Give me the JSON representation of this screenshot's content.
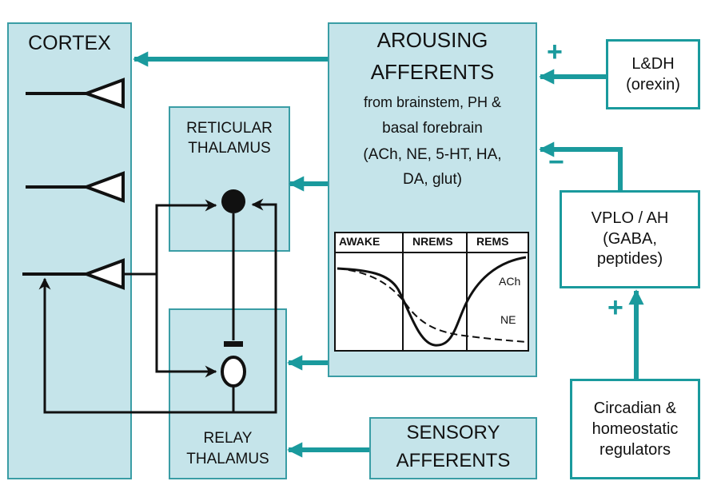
{
  "colors": {
    "teal": "#1a9a9d",
    "box_fill": "#c5e4ea",
    "box_border": "#3a9da5",
    "ink": "#111111"
  },
  "cortex": {
    "title": "CORTEX"
  },
  "reticular": {
    "line1": "RETICULAR",
    "line2": "THALAMUS"
  },
  "relay": {
    "line1": "RELAY",
    "line2": "THALAMUS"
  },
  "arousing": {
    "title1": "AROUSING",
    "title2": "AFFERENTS",
    "sub1": "from brainstem, PH &",
    "sub2": "basal forebrain",
    "sub3": "(ACh, NE, 5-HT, HA,",
    "sub4": "DA, glut)"
  },
  "sensory": {
    "line1": "SENSORY",
    "line2": "AFFERENTS"
  },
  "ldh": {
    "line1": "L&DH",
    "line2": "(orexin)"
  },
  "vplo": {
    "line1": "VPLO / AH",
    "line2": "(GABA,",
    "line3": "peptides)"
  },
  "circadian": {
    "line1": "Circadian &",
    "line2": "homeostatic",
    "line3": "regulators"
  },
  "signs": {
    "ldh_sign": "+",
    "vplo_sign": "−",
    "circadian_sign": "+"
  },
  "state_chart": {
    "type": "line",
    "x_states": [
      "AWAKE",
      "NREMS",
      "REMS"
    ],
    "series": [
      {
        "name": "ACh",
        "style": "solid"
      },
      {
        "name": "NE",
        "style": "dashed"
      }
    ]
  }
}
